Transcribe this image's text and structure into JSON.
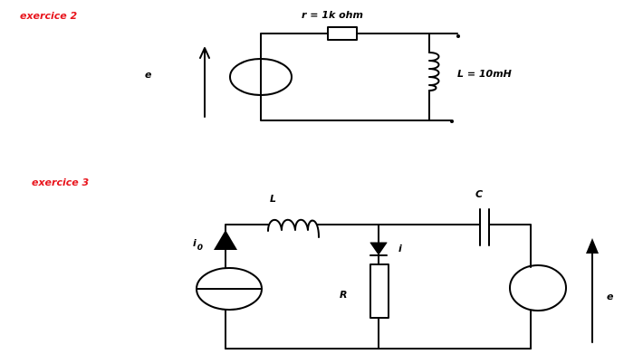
{
  "exercise2": {
    "title": "exercice 2",
    "source_label": "e",
    "resistor_label": "r = 1k ohm",
    "inductor_label": "L = 10mH"
  },
  "exercise3": {
    "title": "exercice 3",
    "inductor_label": "L",
    "capacitor_label": "C",
    "resistor_label": "R",
    "current_source_label": "i",
    "current_source_subscript": "0",
    "branch_current_label": "i",
    "source_label": "e"
  },
  "colors": {
    "title": "#e8141c",
    "wire": "#000000",
    "background": "#ffffff"
  }
}
